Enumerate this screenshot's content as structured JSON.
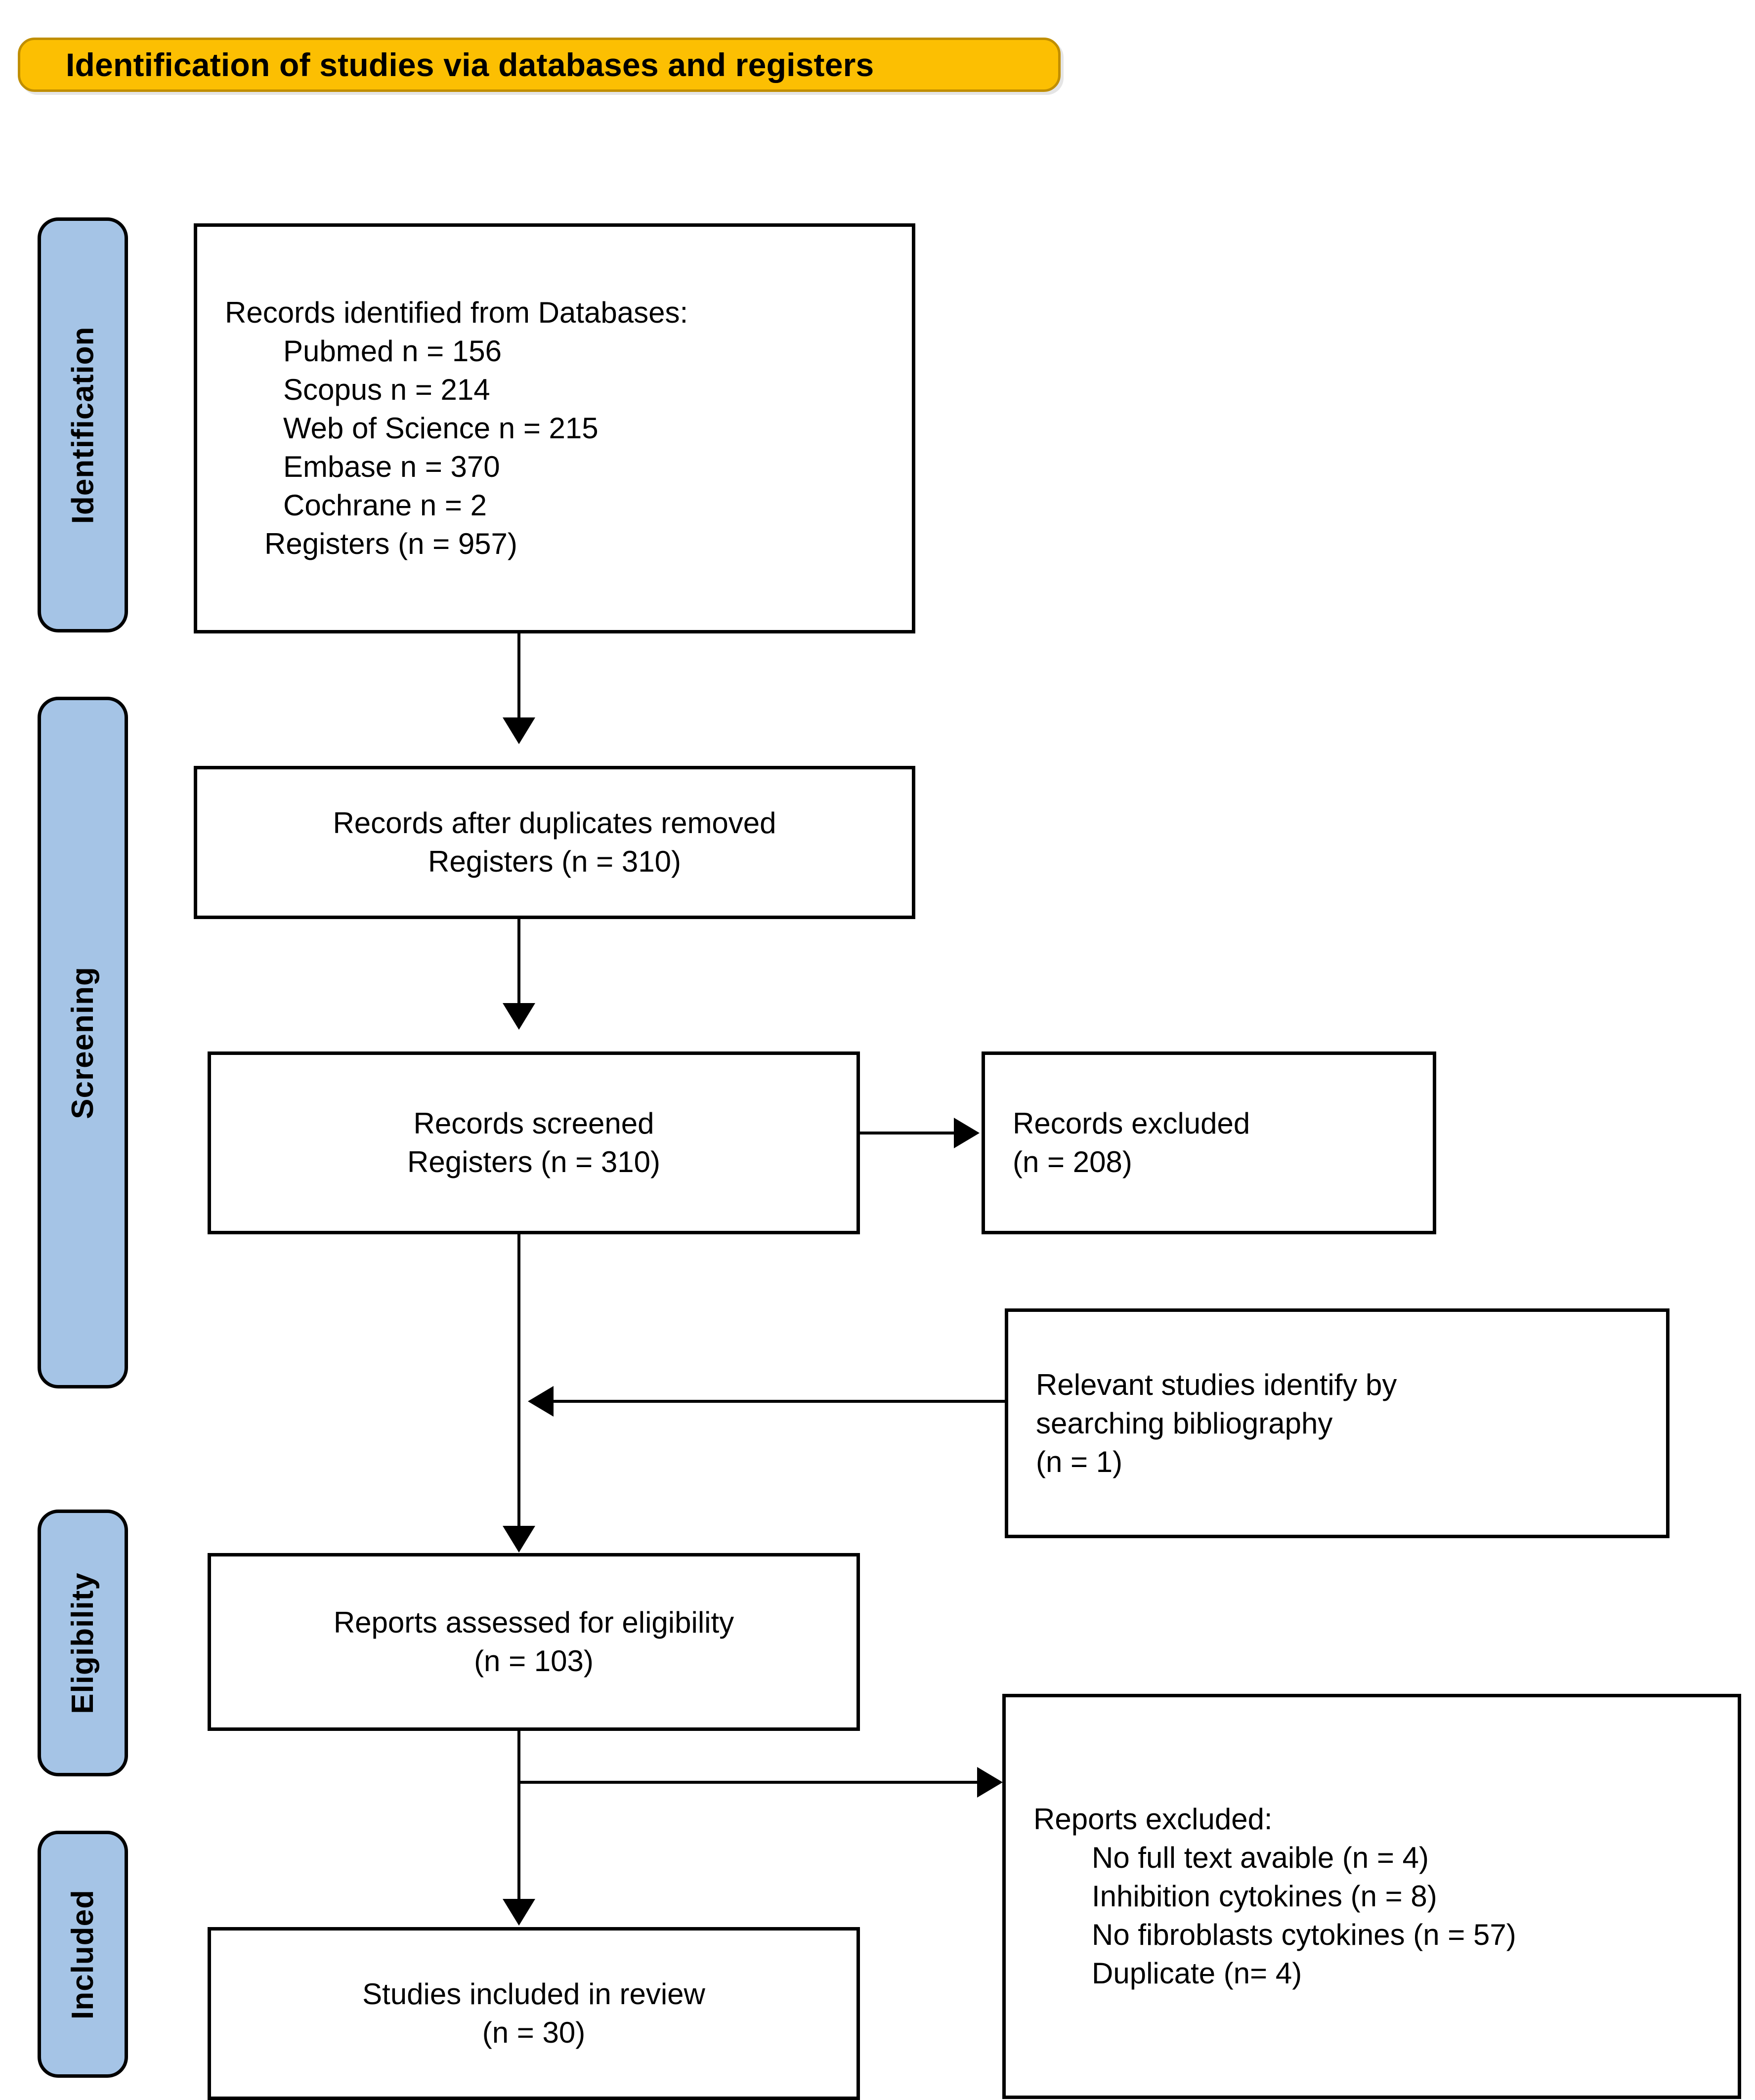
{
  "banner": {
    "title": "Identification of studies via databases and registers"
  },
  "stages": [
    {
      "id": "identification",
      "label": "Identification"
    },
    {
      "id": "screening",
      "label": "Screening"
    },
    {
      "id": "eligibility",
      "label": "Eligibility"
    },
    {
      "id": "included",
      "label": "Included"
    }
  ],
  "boxes": {
    "records_identified": {
      "heading": "Records identified from Databases:",
      "sources": [
        "Pubmed n = 156",
        "Scopus n = 214",
        "Web of Science n = 215",
        "Embase n = 370",
        "Cochrane n = 2"
      ],
      "registers": "Registers (n = 957)"
    },
    "duplicates_removed": {
      "line1": "Records after duplicates removed",
      "line2": "Registers (n = 310)"
    },
    "records_screened": {
      "line1": "Records screened",
      "line2": "Registers (n = 310)"
    },
    "records_excluded": {
      "line1": "Records excluded",
      "line2": "(n = 208)"
    },
    "relevant_bibliography": {
      "line1": "Relevant studies identify by",
      "line2": "searching bibliography",
      "line3": "(n = 1)"
    },
    "reports_assessed": {
      "line1": "Reports assessed for eligibility",
      "line2": "(n = 103)"
    },
    "reports_excluded": {
      "heading": "Reports excluded:",
      "reasons": [
        "No full text avaible (n = 4)",
        "Inhibition cytokines (n = 8)",
        "No fibroblasts cytokines (n = 57)",
        "Duplicate (n= 4)"
      ]
    },
    "studies_included": {
      "line1": "Studies included in review",
      "line2": "(n = 30)"
    }
  },
  "colors": {
    "banner_fill": "#FCBF02",
    "banner_border": "#C08E00",
    "stage_fill": "#A5C4E6",
    "box_border": "#000000",
    "page_background": "#FFFFFF"
  },
  "chart_data": {
    "type": "diagram",
    "title": "Identification of studies via databases and registers",
    "nodes": [
      {
        "id": "records_identified",
        "stage": "Identification",
        "label": "Records identified from Databases",
        "counts": {
          "Pubmed": 156,
          "Scopus": 214,
          "Web of Science": 215,
          "Embase": 370,
          "Cochrane": 2,
          "Registers": 957
        }
      },
      {
        "id": "duplicates_removed",
        "stage": "Screening",
        "label": "Records after duplicates removed",
        "counts": {
          "Registers": 310
        }
      },
      {
        "id": "records_screened",
        "stage": "Screening",
        "label": "Records screened",
        "counts": {
          "Registers": 310
        }
      },
      {
        "id": "records_excluded",
        "stage": "Screening",
        "label": "Records excluded",
        "counts": {
          "n": 208
        }
      },
      {
        "id": "relevant_bibliography",
        "stage": "Screening",
        "label": "Relevant studies identify by searching bibliography",
        "counts": {
          "n": 1
        }
      },
      {
        "id": "reports_assessed",
        "stage": "Eligibility",
        "label": "Reports assessed for eligibility",
        "counts": {
          "n": 103
        }
      },
      {
        "id": "reports_excluded",
        "stage": "Eligibility",
        "label": "Reports excluded",
        "counts": {
          "No full text avaible": 4,
          "Inhibition cytokines": 8,
          "No fibroblasts cytokines": 57,
          "Duplicate": 4
        }
      },
      {
        "id": "studies_included",
        "stage": "Included",
        "label": "Studies included in review",
        "counts": {
          "n": 30
        }
      }
    ],
    "edges": [
      {
        "from": "records_identified",
        "to": "duplicates_removed",
        "direction": "down"
      },
      {
        "from": "duplicates_removed",
        "to": "records_screened",
        "direction": "down"
      },
      {
        "from": "records_screened",
        "to": "records_excluded",
        "direction": "right"
      },
      {
        "from": "records_screened",
        "to": "reports_assessed",
        "direction": "down"
      },
      {
        "from": "relevant_bibliography",
        "to": "reports_assessed",
        "direction": "left"
      },
      {
        "from": "reports_assessed",
        "to": "reports_excluded",
        "direction": "right"
      },
      {
        "from": "reports_assessed",
        "to": "studies_included",
        "direction": "down"
      }
    ]
  }
}
